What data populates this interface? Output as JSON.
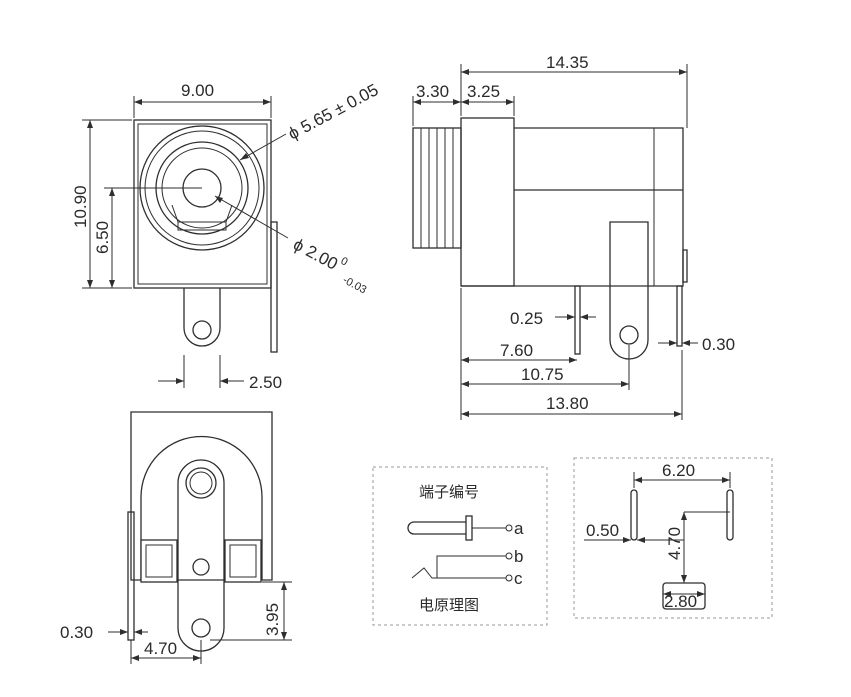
{
  "front_view": {
    "width": "9.00",
    "height": "10.90",
    "center_height": "6.50",
    "outer_diameter": "ϕ 5.65 ± 0.05",
    "pin_diameter_main": "ϕ 2.00",
    "pin_diameter_upper": "0",
    "pin_diameter_lower": "-0.03",
    "lug_offset": "2.50"
  },
  "side_view": {
    "length": "14.35",
    "thread": "3.30",
    "flange": "3.25",
    "pin_width": "0.25",
    "pin_pos": "7.60",
    "lug_pos": "10.75",
    "body_length": "13.80",
    "lug_thickness": "0.30"
  },
  "bottom_view": {
    "thickness": "0.30",
    "pin_spacing": "4.70",
    "lug_height": "3.95"
  },
  "schematic": {
    "title": "端子编号",
    "caption": "电原理图",
    "terminals": [
      "a",
      "b",
      "c"
    ]
  },
  "pcb_layout": {
    "span": "6.20",
    "slot_width": "0.50",
    "vertical": "4.70",
    "slot_length": "2.80"
  }
}
